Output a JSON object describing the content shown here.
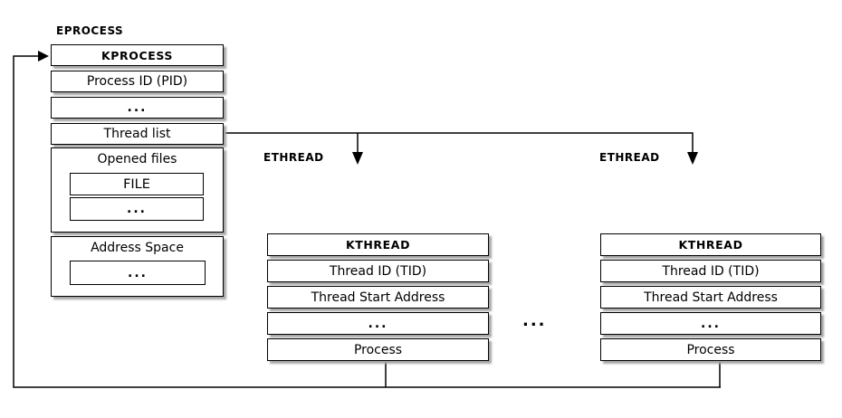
{
  "colors": {
    "background": "#ffffff",
    "line": "#000000",
    "shadow": "#a6a6a6"
  },
  "eprocess": {
    "label": "EPROCESS",
    "rows": [
      "KPROCESS",
      "Process ID (PID)",
      "...",
      "Thread list"
    ],
    "opened_files": {
      "title": "Opened files",
      "rows": [
        "FILE",
        "..."
      ]
    },
    "address_space": {
      "title": "Address Space",
      "rows": [
        "..."
      ]
    }
  },
  "ethread1": {
    "label": "ETHREAD",
    "rows": [
      "KTHREAD",
      "Thread ID (TID)",
      "Thread Start Address",
      "...",
      "Process"
    ]
  },
  "ethread2": {
    "label": "ETHREAD",
    "rows": [
      "KTHREAD",
      "Thread ID (TID)",
      "Thread Start Address",
      "...",
      "Process"
    ]
  },
  "separator": "..."
}
